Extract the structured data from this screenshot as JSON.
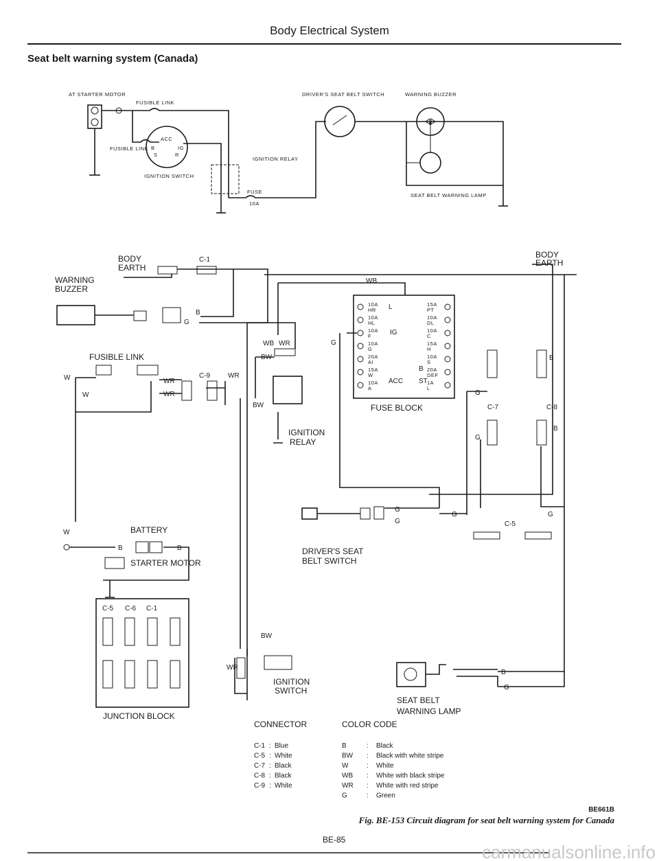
{
  "header": {
    "title": "Body Electrical System",
    "section": "Seat belt warning system (Canada)"
  },
  "schematic": {
    "at_starter_motor": "AT STARTER MOTOR",
    "fusible_link_1": "FUSIBLE LINK",
    "fusible_link_2": "FUSIBLE LINK",
    "ignition_switch": "IGNITION SWITCH",
    "switch_terminals": {
      "acc": "ACC",
      "b": "B",
      "ig": "IG",
      "s": "S",
      "r": "R"
    },
    "ignition_relay": "IGNITION RELAY",
    "fuse": "FUSE",
    "fuse_rating": "10A",
    "drivers_seat_belt_switch": "DRIVER'S SEAT BELT SWITCH",
    "warning_buzzer": "WARNING BUZZER",
    "seat_belt_warning_lamp": "SEAT BELT WARNING LAMP"
  },
  "wiring": {
    "body_earth_left": [
      "BODY",
      "EARTH"
    ],
    "c1": "C-1",
    "warning_buzzer": [
      "WARNING",
      "BUZZER"
    ],
    "body_earth_right": [
      "BODY",
      "EARTH"
    ],
    "fusible_link": "FUSIBLE LINK",
    "c9": "C-9",
    "c7": "C-7",
    "c8": "C-8",
    "c5": "C-5",
    "wire_wb": "WB",
    "wire_wr": "WR",
    "wire_bw": "BW",
    "wire_w": "W",
    "wire_b": "B",
    "wire_g": "G",
    "ignition_relay": [
      "IGNITION",
      "RELAY"
    ],
    "fuse_block": {
      "title": "FUSE BLOCK",
      "left_fuses": [
        [
          "10A",
          "HR"
        ],
        [
          "10A",
          "HL"
        ],
        [
          "10A",
          "F"
        ],
        [
          "10A",
          "G"
        ],
        [
          "20A",
          "AI"
        ],
        [
          "15A",
          "W"
        ],
        [
          "10A",
          "A"
        ]
      ],
      "right_fuses": [
        [
          "15A",
          "PT"
        ],
        [
          "10A",
          "DL"
        ],
        [
          "10A",
          "C"
        ],
        [
          "15A",
          "H"
        ],
        [
          "10A",
          "S"
        ],
        [
          "20A",
          "DEF"
        ],
        [
          "1A",
          "L"
        ]
      ],
      "terminals": {
        "l": "L",
        "ig": "IG",
        "acc": "ACC",
        "b": "B",
        "st": "ST"
      }
    },
    "battery": "BATTERY",
    "starter_motor": "STARTER MOTOR",
    "drivers_seat_belt_switch": [
      "DRIVER'S SEAT",
      "BELT SWITCH"
    ],
    "junction_block": {
      "title": "JUNCTION BLOCK",
      "connectors": [
        "C-5",
        "C-6",
        "C-1"
      ]
    },
    "ignition_switch": [
      "IGNITION",
      "SWITCH"
    ],
    "seat_belt_warning_lamp": [
      "SEAT BELT",
      "WARNING LAMP"
    ]
  },
  "legend": {
    "connector_title": "CONNECTOR",
    "connectors": [
      {
        "code": "C-1",
        "color": "Blue"
      },
      {
        "code": "C-5",
        "color": "White"
      },
      {
        "code": "C-7",
        "color": "Black"
      },
      {
        "code": "C-8",
        "color": "Black"
      },
      {
        "code": "C-9",
        "color": "White"
      }
    ],
    "color_title": "COLOR CODE",
    "colors": [
      {
        "code": "B",
        "meaning": "Black"
      },
      {
        "code": "BW",
        "meaning": "Black with white stripe"
      },
      {
        "code": "W",
        "meaning": "White"
      },
      {
        "code": "WB",
        "meaning": "White with black stripe"
      },
      {
        "code": "WR",
        "meaning": "White with red stripe"
      },
      {
        "code": "G",
        "meaning": "Green"
      }
    ]
  },
  "footer": {
    "figure_id": "BE661B",
    "caption": "Fig. BE-153  Circuit diagram for seat belt warning system for Canada",
    "page_number": "BE-85",
    "watermark": "carmanualsonline.info"
  }
}
